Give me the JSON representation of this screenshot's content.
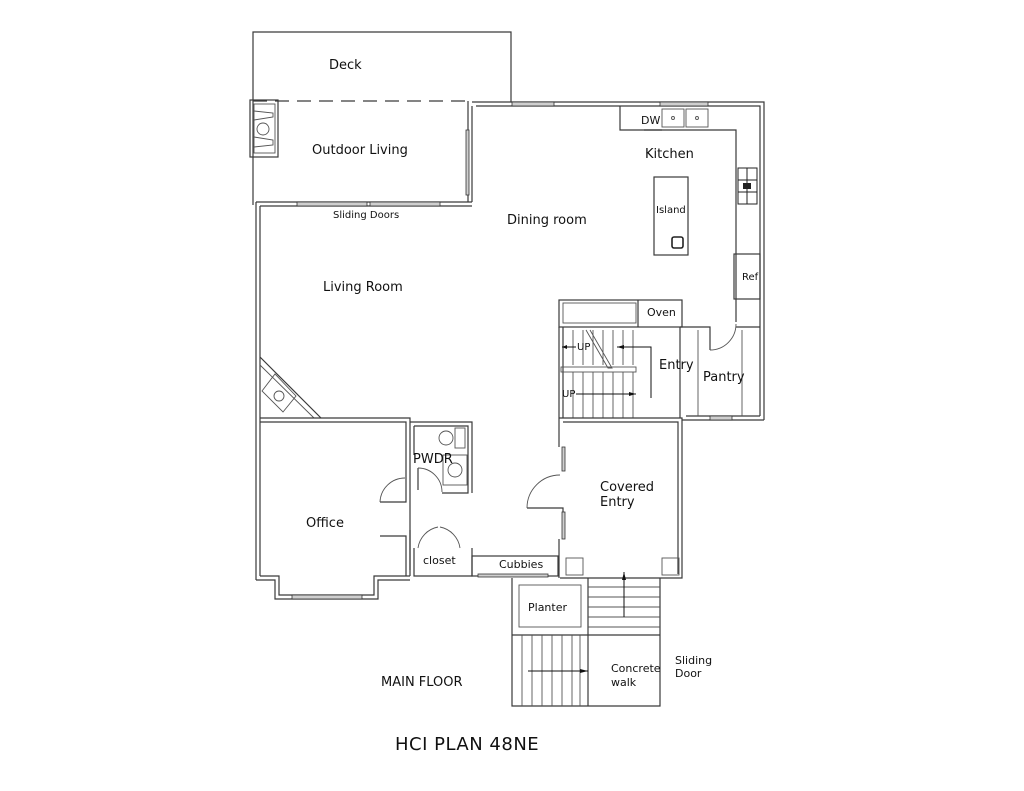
{
  "plan": {
    "title": "HCI PLAN 48NE",
    "floor_label": "MAIN FLOOR",
    "stroke_color": "#3a3a3a",
    "background": "#ffffff"
  },
  "rooms": {
    "deck": "Deck",
    "outdoor_living": "Outdoor Living",
    "sliding_doors": "Sliding Doors",
    "dining_room": "Dining room",
    "kitchen": "Kitchen",
    "island": "Island",
    "dw": "DW",
    "ref": "Ref",
    "oven": "Oven",
    "living_room": "Living Room",
    "entry": "Entry",
    "pantry": "Pantry",
    "up_1": "UP",
    "up_2": "UP",
    "pwdr": "PWDR",
    "office": "Office",
    "closet": "closet",
    "cubbies": "Cubbies",
    "covered_entry_1": "Covered",
    "covered_entry_2": "Entry",
    "planter": "Planter",
    "concrete_walk_1": "Concrete",
    "concrete_walk_2": "walk",
    "sliding_door_1": "Sliding",
    "sliding_door_2": "Door"
  }
}
